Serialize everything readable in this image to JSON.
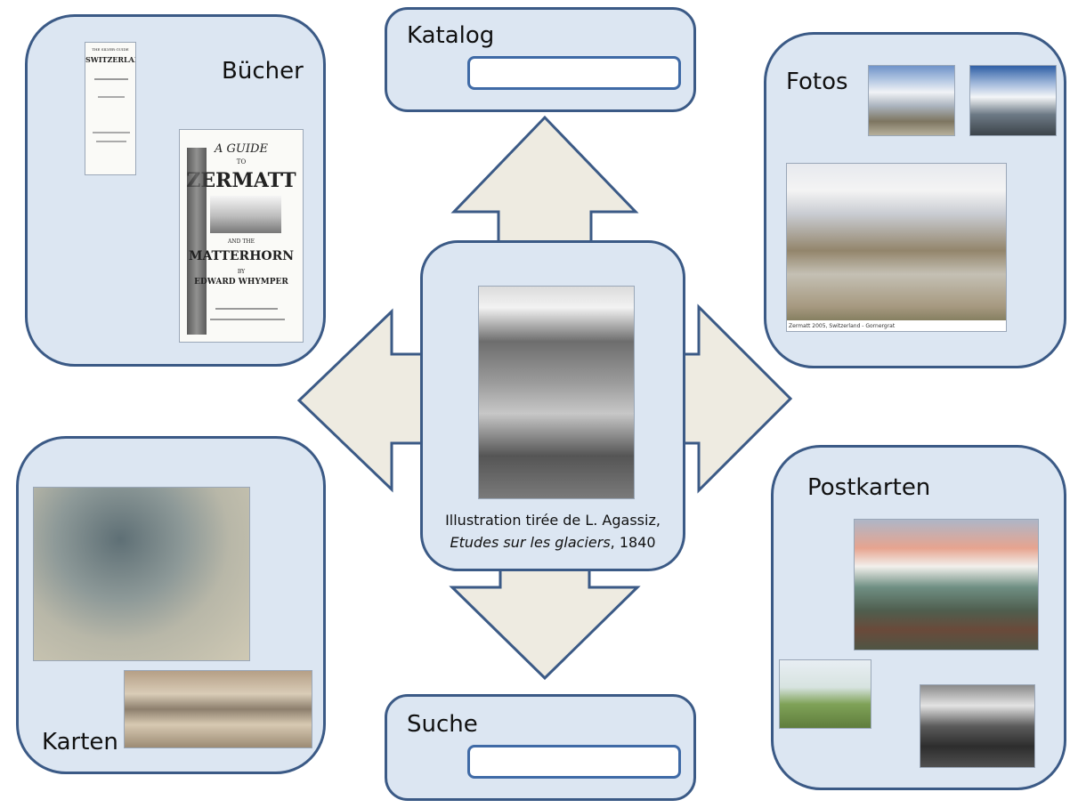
{
  "catalog": {
    "label": "Katalog"
  },
  "search": {
    "label": "Suche"
  },
  "books": {
    "label": "Bücher",
    "book1": {
      "small_top": "THE SILVER GUIDE",
      "title": "SWITZERLAND"
    },
    "book2": {
      "title_a": "A GUIDE",
      "title_to": "TO",
      "title_main": "ZERMATT",
      "title_and": "AND THE",
      "title_mtn": "MATTERHORN",
      "by": "BY",
      "author": "EDWARD WHYMPER"
    }
  },
  "photos": {
    "label": "Fotos",
    "big_caption": "Zermatt 2005, Switzerland - Gornergrat"
  },
  "maps": {
    "label": "Karten"
  },
  "postcards": {
    "label": "Postkarten"
  },
  "center": {
    "caption_line1": "Illustration tirée de L. Agassiz,",
    "caption_italic": "Etudes sur les glaciers",
    "caption_tail": ", 1840"
  },
  "colors": {
    "panel_fill": "#dce6f2",
    "panel_border": "#3b5a86",
    "arrow_fill": "#eeebe1",
    "arrow_border": "#3b5a86"
  }
}
